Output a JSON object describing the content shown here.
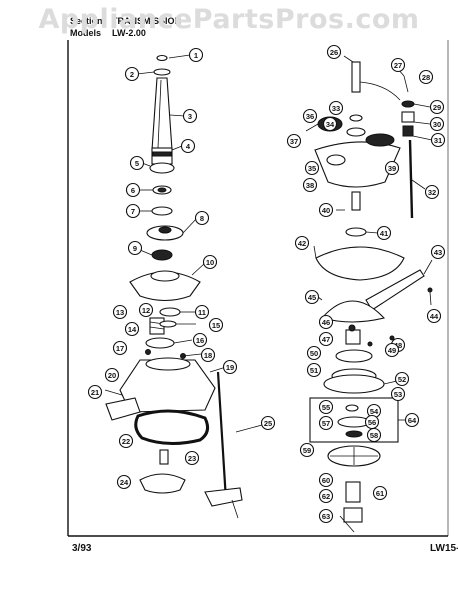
{
  "watermark": "AppliancePartsPros.com",
  "header": {
    "section_label": "Section",
    "section_value": "TRANSMISSION",
    "model_label": "Models",
    "model_value": "LW-2.00"
  },
  "footer": {
    "date": "3/93",
    "code": "LW15-"
  },
  "callouts": [
    "1",
    "2",
    "3",
    "4",
    "5",
    "6",
    "7",
    "8",
    "9",
    "10",
    "11",
    "12",
    "13",
    "14",
    "15",
    "16",
    "17",
    "18",
    "19",
    "20",
    "21",
    "22",
    "23",
    "24",
    "25",
    "26",
    "27",
    "28",
    "29",
    "30",
    "31",
    "32",
    "33",
    "34",
    "35",
    "36",
    "37",
    "38",
    "39",
    "40",
    "41",
    "42",
    "43",
    "44",
    "45",
    "46",
    "47",
    "48",
    "49",
    "50",
    "51",
    "52",
    "53",
    "54",
    "55",
    "56",
    "57",
    "58",
    "59",
    "60",
    "61",
    "62",
    "63",
    "64"
  ]
}
